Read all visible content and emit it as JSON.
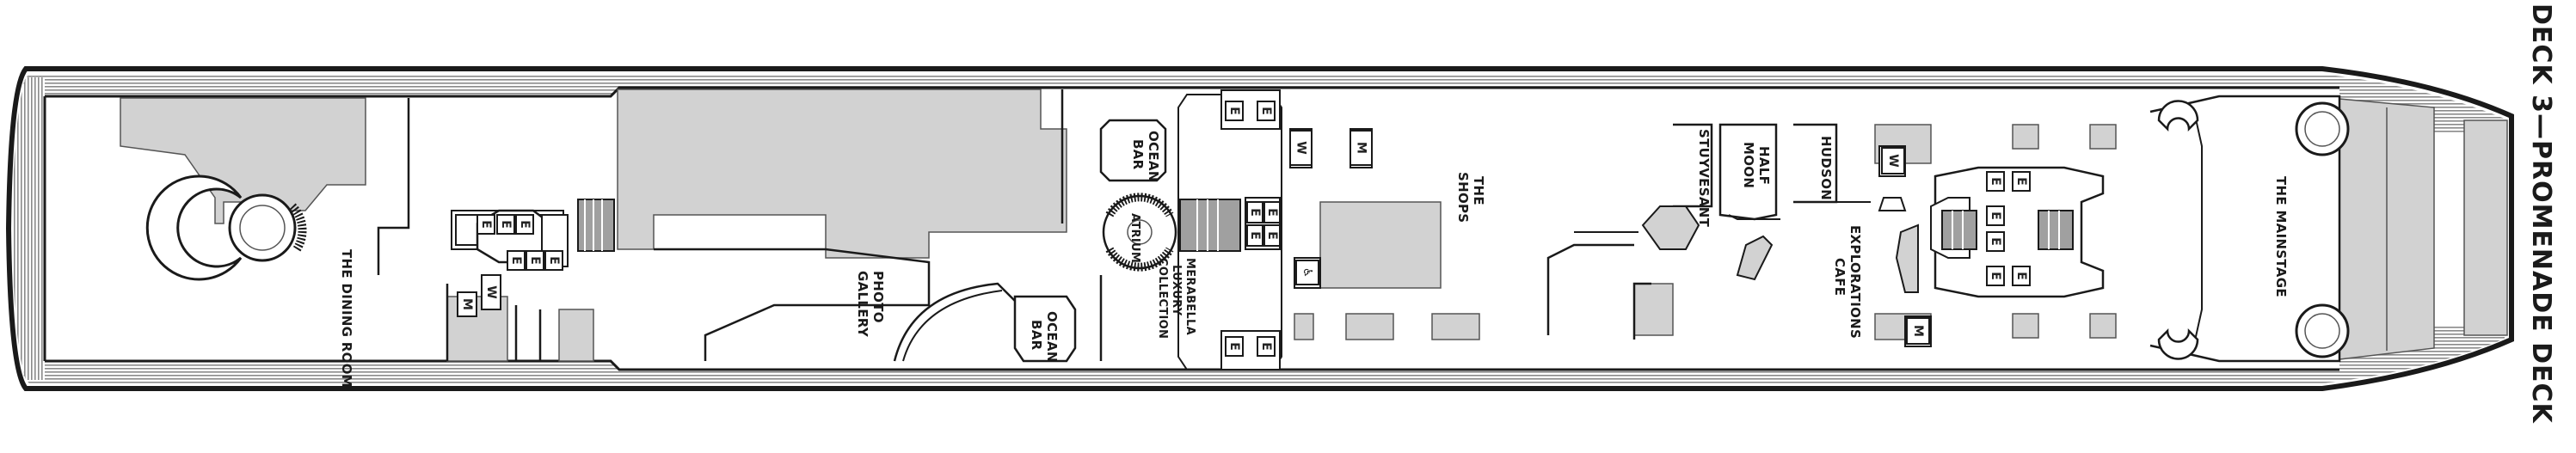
{
  "deck": {
    "title": "DECK 3—PROMENADE DECK"
  },
  "venues": {
    "dining_room": "THE DINING ROOM",
    "photo_gallery_1": "PHOTO",
    "photo_gallery_2": "GALLERY",
    "ocean_bar_fwd_1": "OCEAN",
    "ocean_bar_fwd_2": "BAR",
    "ocean_bar_aft_1": "OCEAN",
    "ocean_bar_aft_2": "BAR",
    "atrium": "ATRIUM",
    "merabella_1": "MERABELLA",
    "merabella_2": "LUXURY",
    "merabella_3": "COLLECTION",
    "shops_1": "THE",
    "shops_2": "SHOPS",
    "stuyvesant": "STUYVESANT",
    "half_moon_1": "HALF",
    "half_moon_2": "MOON",
    "hudson": "HUDSON",
    "explorations_1": "EXPLORATIONS",
    "explorations_2": "CAFE",
    "mainstage": "THE MAINSTAGE"
  },
  "symbols": {
    "elevator": "E",
    "women": "W",
    "men": "M",
    "accessible": "♿"
  },
  "colors": {
    "hull": "#1a1a1a",
    "shaded": "#d2d2d2",
    "deck_lines": "#7a7a7a",
    "walls": "#1a1a1a"
  }
}
